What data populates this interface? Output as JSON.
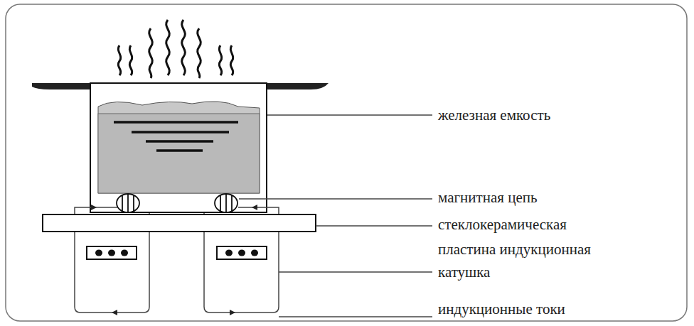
{
  "diagram": {
    "labels": [
      "железная емкость",
      "магнитная цепь",
      "стеклокерамическая",
      "пластина индукционная катушка",
      "индукционные токи"
    ]
  }
}
